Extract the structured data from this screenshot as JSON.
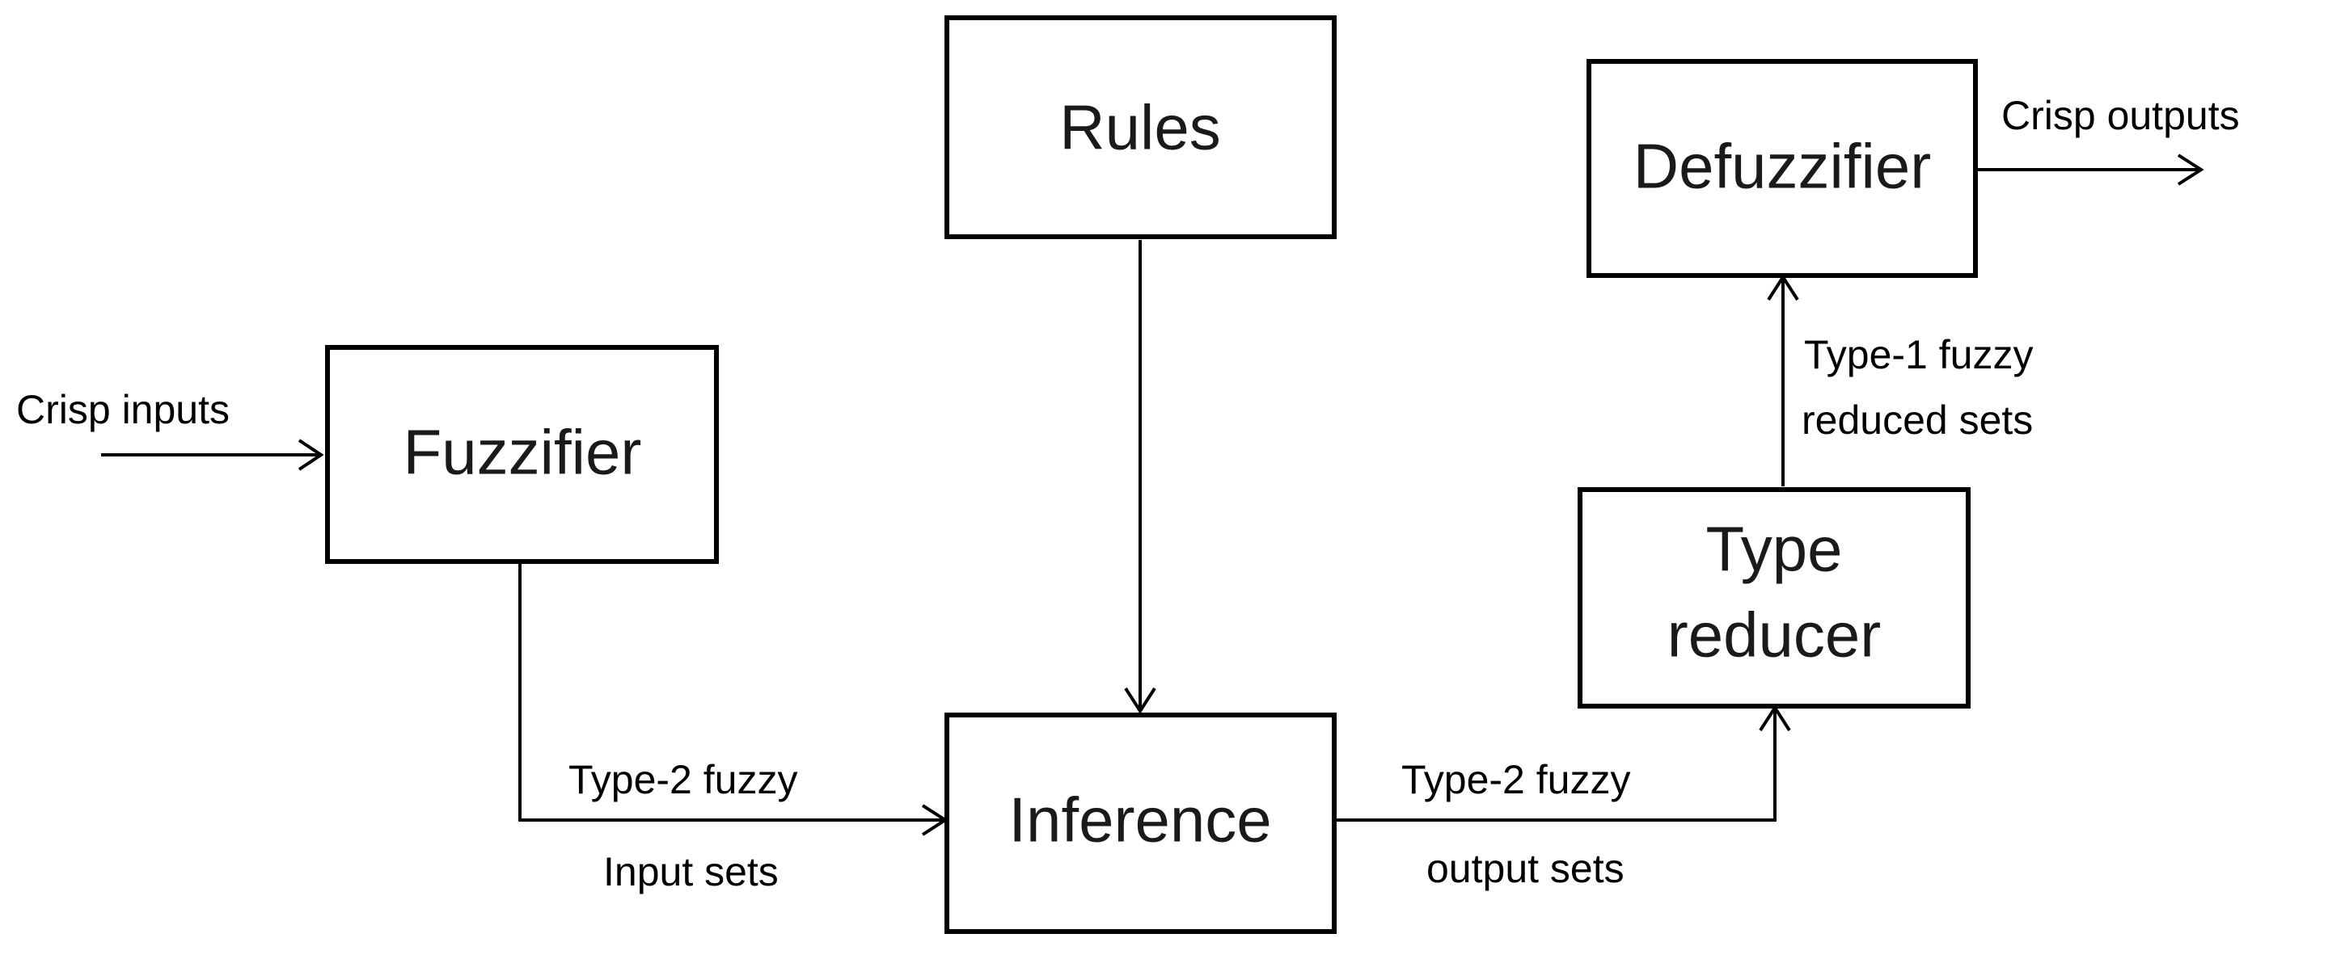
{
  "diagram": {
    "nodes": {
      "rules": "Rules",
      "fuzzifier": "Fuzzifier",
      "inference": "Inference",
      "defuzzifier": "Defuzzifier",
      "type_reducer_line1": "Type",
      "type_reducer_line2": "reducer"
    },
    "edges": {
      "crisp_inputs": "Crisp inputs",
      "crisp_outputs": "Crisp outputs",
      "fuzzifier_to_inference_line1": "Type-2 fuzzy",
      "fuzzifier_to_inference_line2": "Input sets",
      "inference_to_reducer_line1": "Type-2 fuzzy",
      "inference_to_reducer_line2": "output sets",
      "reducer_to_defuzzifier_line1": "Type-1 fuzzy",
      "reducer_to_defuzzifier_line2": "reduced sets"
    }
  }
}
